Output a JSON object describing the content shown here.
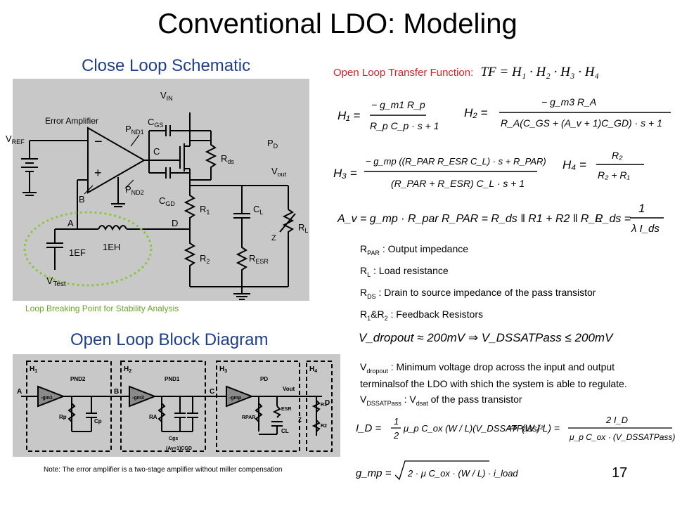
{
  "slide": {
    "title": "Conventional LDO: Modeling",
    "page_number": "17"
  },
  "schematic": {
    "heading": "Close Loop Schematic",
    "caption": "Loop Breaking Point for Stability Analysis",
    "labels": {
      "vin_main": "V",
      "vin_sub": "IN",
      "vref_main": "V",
      "vref_sub": "REF",
      "error_amp": "Error Amplifier",
      "pnd1_main": "P",
      "pnd1_sub": "ND1",
      "pnd2_main": "P",
      "pnd2_sub": "ND2",
      "cgs_main": "C",
      "cgs_sub": "GS",
      "cgd_main": "C",
      "cgd_sub": "GD",
      "c": "C",
      "rds_main": "R",
      "rds_sub": "ds",
      "pd_main": "P",
      "pd_sub": "D",
      "vout_main": "V",
      "vout_sub": "out",
      "r1_main": "R",
      "r1_sub": "1",
      "r2_main": "R",
      "r2_sub": "2",
      "cl_main": "C",
      "cl_sub": "L",
      "rl_main": "R",
      "rl_sub": "L",
      "resr_main": "R",
      "resr_sub": "ESR",
      "z": "Z",
      "a": "A",
      "d": "D",
      "b": "B",
      "inductor": "1EH",
      "capacitor": "1EF",
      "vtest_main": "V",
      "vtest_sub": "Test",
      "minus": "−",
      "plus": "+"
    }
  },
  "block_diagram": {
    "heading": "Open Loop Block Diagram",
    "labels": {
      "h1": "H",
      "h1_sub": "1",
      "h2": "H",
      "h2_sub": "2",
      "h3": "H",
      "h3_sub": "3",
      "h4": "H",
      "h4_sub": "4",
      "pnd2": "PND2",
      "pnd1": "PND1",
      "pd": "PD",
      "gm1": "-gm1",
      "gm3": "-gm3",
      "gmp": "-gmp",
      "a": "A",
      "b": "B",
      "c": "C",
      "d": "D",
      "vout": "Vout",
      "cp": "Cp",
      "cgs": "Cgs",
      "cl": "CL",
      "rp": "Rp",
      "ra": "RA",
      "rpar": "RPAR",
      "esr": "ESR",
      "r1": "R1",
      "r2": "R2",
      "cgd": "(Av+1)CGD",
      "z": "Z"
    }
  },
  "transfer": {
    "label": "Open Loop Transfer Function",
    "colon": ":",
    "tf": "TF = H₁ · H₂ · H₃ · H₄"
  },
  "equations": {
    "h1_lhs": "H₁ =",
    "h1_num": "− g_m1 R_p",
    "h1_den": "R_p C_p · s + 1",
    "h2_lhs": "H₂ =",
    "h2_num": "− g_m3 R_A",
    "h2_den": "R_A(C_GS + (A_v + 1)C_GD) · s + 1",
    "h3_lhs": "H₃ =",
    "h3_num": "− g_mp ((R_PAR R_ESR C_L) · s + R_PAR)",
    "h3_den": "(R_PAR + R_ESR) C_L · s + 1",
    "h4_lhs": "H₄ =",
    "h4_num": "R₂",
    "h4_den": "R₂ + R₁",
    "av": "A_v = g_mp · R_par",
    "rpar": "R_PAR = R_ds ‖ R1 + R2 ‖ R_L",
    "rds_lhs": "R_ds =",
    "rds_num": "1",
    "rds_den": "λ I_ds",
    "vdrop": "V_dropout ≈ 200mV ⇒ V_DSSATPass ≤ 200mV",
    "id_lhs": "I_D =",
    "id_frac_num": "1",
    "id_frac_den": "2",
    "id_rest": "μ_p C_ox (W / L)(V_DSSATPass)²",
    "implies": "⇒",
    "wl_lhs": "(W / L) =",
    "wl_num": "2 I_D",
    "wl_den": "μ_p C_ox · (V_DSSATPass)²",
    "gmp_lhs": "g_mp =",
    "gmp_rhs": "2 · μ C_ox · (W / L) · i_load"
  },
  "definitions": [
    {
      "main": "R",
      "sub": "PAR",
      "text": " : Output impedance"
    },
    {
      "main": "R",
      "sub": "L",
      "text": " : Load resistance"
    },
    {
      "main": "R",
      "sub": "DS",
      "text": " : Drain to source impedance of the pass transistor"
    },
    {
      "main": "R",
      "sub": "1",
      "mid": "&R",
      "sub2": "2",
      "text": " : Feedback Resistors"
    }
  ],
  "vdropout_def": {
    "main": "V",
    "sub": "dropout",
    "line1": " : Minimum voltage drop across the input and output",
    "line2": "terminalsof the LDO with shich the system is able to regulate."
  },
  "vdssat_def": {
    "main": "V",
    "sub": "DSSATPass",
    "mid": " : V",
    "sub2": "dsat",
    "text": " of the pass transistor"
  },
  "note": "Note: The  error amplifier is a two-stage amplifier without miller compensation"
}
